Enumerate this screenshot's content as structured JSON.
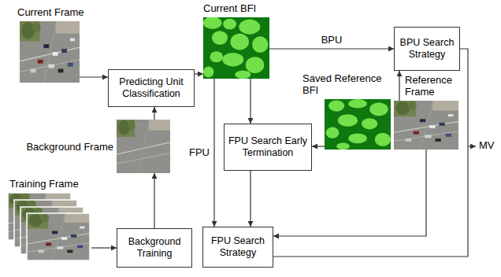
{
  "diagram": {
    "nodes": [
      {
        "text": [
          "Current Frame"
        ]
      },
      {
        "text": [
          "Predicting Unit Classification"
        ]
      },
      {
        "text": [
          "Current BFI"
        ]
      },
      {
        "text": [
          "BPU Search Strategy"
        ]
      },
      {
        "text": [
          "FPU Search Early Termination"
        ]
      },
      {
        "text": [
          "Saved Reference BFI"
        ]
      },
      {
        "text": [
          "Reference Frame"
        ]
      },
      {
        "text": [
          "Background Frame"
        ]
      },
      {
        "text": [
          "Background Training"
        ]
      },
      {
        "text": [
          "FPU Search Strategy"
        ]
      },
      {
        "text": [
          "Training Frame"
        ]
      }
    ],
    "edges": [
      {
        "from": 0,
        "to": 1,
        "arrow": "to"
      },
      {
        "from": 1,
        "to": 2,
        "arrow": "to"
      },
      {
        "from": 2,
        "to": 3,
        "label": "BPU",
        "arrow": "to"
      },
      {
        "from": 2,
        "to": 4,
        "arrow": "to"
      },
      {
        "from": 2,
        "to": 9,
        "label": "FPU",
        "arrow": "to"
      },
      {
        "from": 5,
        "to": 4,
        "arrow": "to"
      },
      {
        "from": 4,
        "to": 9,
        "arrow": "to"
      },
      {
        "from": 6,
        "to": 3,
        "arrow": "to"
      },
      {
        "from": 6,
        "to": 9,
        "arrow": "to"
      },
      {
        "from": 7,
        "to": 1,
        "arrow": "to"
      },
      {
        "from": 8,
        "to": 7,
        "arrow": "to"
      },
      {
        "from": 10,
        "to": 8,
        "arrow": "to"
      }
    ],
    "labels": [
      "MV"
    ]
  }
}
